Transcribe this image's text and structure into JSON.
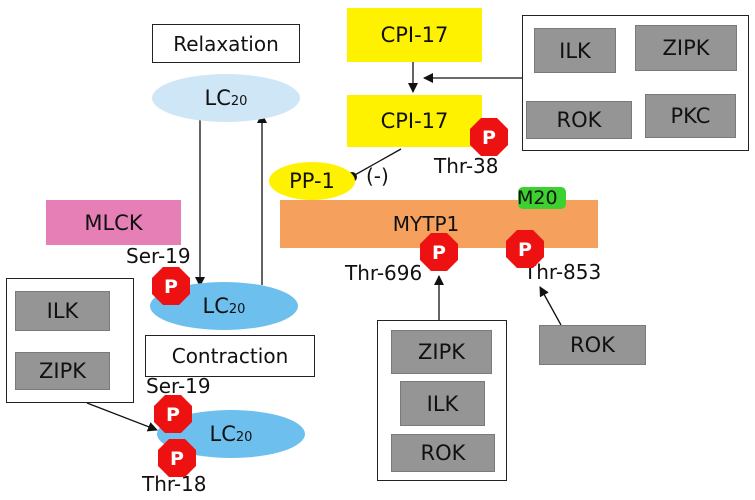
{
  "states": {
    "relaxation": "Relaxation",
    "contraction": "Contraction"
  },
  "lc20": {
    "prefix": "LC",
    "subscript": "20"
  },
  "cpi17": {
    "top_label": "CPI-17",
    "bottom_label": "CPI-17",
    "site": "Thr-38"
  },
  "kinase_group_top_right": [
    "ILK",
    "ZIPK",
    "ROK",
    "PKC"
  ],
  "pp1": {
    "label": "PP-1",
    "inhibition": "(-)"
  },
  "mlck": "MLCK",
  "mytp1": {
    "label": "MYTP1",
    "m20": "M20",
    "site_a": "Thr-696",
    "site_b": "Thr-853"
  },
  "kinase_group_left": [
    "ILK",
    "ZIPK"
  ],
  "kinase_group_bottom_center": [
    "ZIPK",
    "ILK",
    "ROK"
  ],
  "rok_single": "ROK",
  "phospho_sites": {
    "ser19_mid": "Ser-19",
    "ser19_bottom": "Ser-19",
    "thr18": "Thr-18"
  },
  "phospho_badge": "P",
  "colors": {
    "cpi17": "#fff200",
    "pp1": "#fff200",
    "mlck": "#e57fb6",
    "mytp1": "#f5a05c",
    "m20": "#3dd12f",
    "kinase": "#959595",
    "lc20_relaxed": "#cfe6f7",
    "lc20_active": "#6dbfee",
    "phospho": "#ee1111"
  }
}
